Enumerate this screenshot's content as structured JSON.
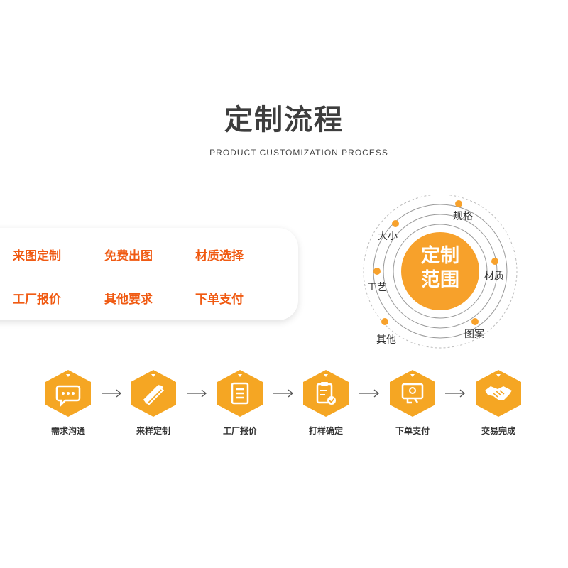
{
  "title": "定制流程",
  "subtitle": "PRODUCT CUSTOMIZATION PROCESS",
  "options": [
    "来图定制",
    "免费出图",
    "材质选择",
    "工厂报价",
    "其他要求",
    "下单支付"
  ],
  "scope": {
    "center_lines": [
      "定制",
      "范围"
    ],
    "labels": [
      "规格",
      "大小",
      "材质",
      "工艺",
      "其他",
      "图案"
    ]
  },
  "steps": [
    {
      "label": "需求沟通",
      "icon": "chat-bubble-icon"
    },
    {
      "label": "来样定制",
      "icon": "pencil-ruler-icon"
    },
    {
      "label": "工厂报价",
      "icon": "document-list-icon"
    },
    {
      "label": "打样确定",
      "icon": "clipboard-check-icon"
    },
    {
      "label": "下单支付",
      "icon": "payment-card-icon"
    },
    {
      "label": "交易完成",
      "icon": "handshake-icon"
    }
  ],
  "colors": {
    "accent": "#f5a623",
    "option_text": "#f05a12",
    "dot": "#f7a12b"
  }
}
